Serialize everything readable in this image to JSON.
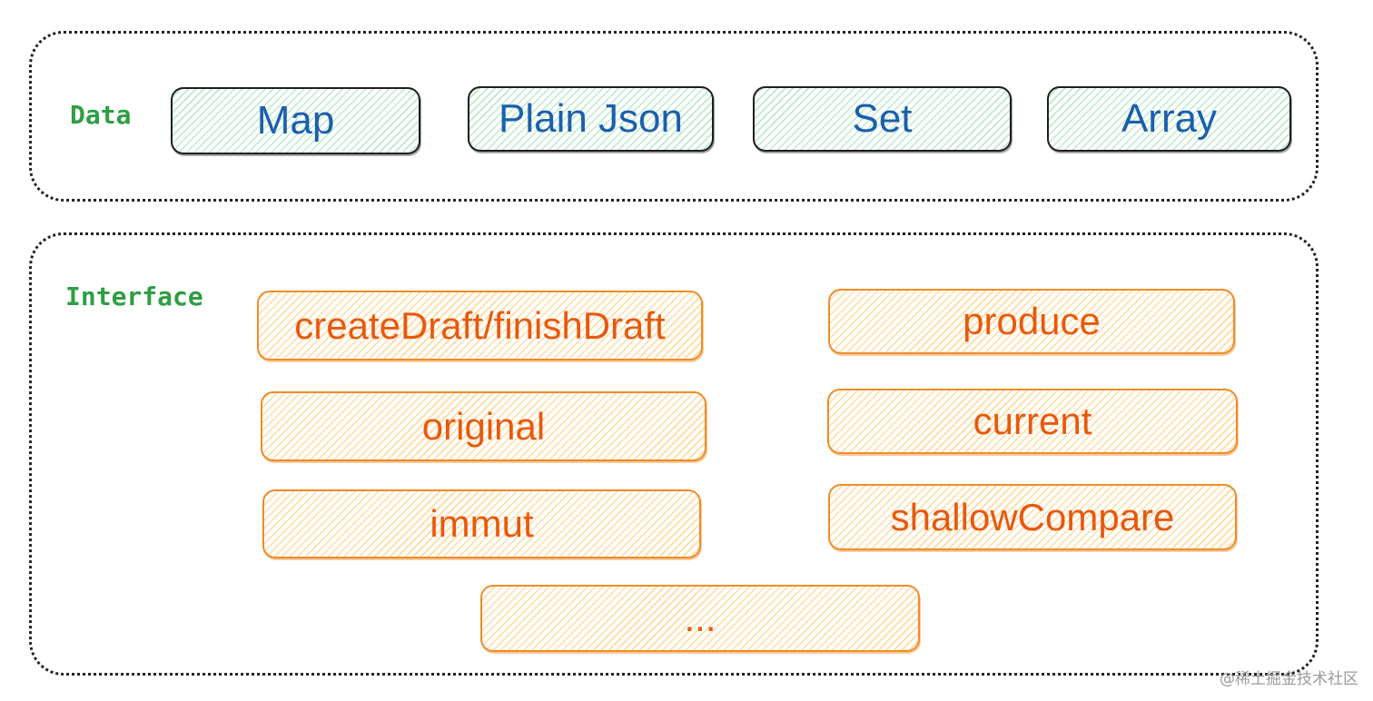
{
  "data_section": {
    "label": "Data",
    "items": [
      "Map",
      "Plain Json",
      "Set",
      "Array"
    ]
  },
  "interface_section": {
    "label": "Interface",
    "items": [
      "createDraft/finishDraft",
      "produce",
      "original",
      "current",
      "immut",
      "shallowCompare",
      "..."
    ]
  },
  "watermark": "@稀土掘金技术社区",
  "colors": {
    "label_green": "#2f9e44",
    "data_text_blue": "#1c5fad",
    "data_fill_green": "#b2e8c3",
    "interface_orange": "#e8590c",
    "interface_border": "#f08c27"
  }
}
